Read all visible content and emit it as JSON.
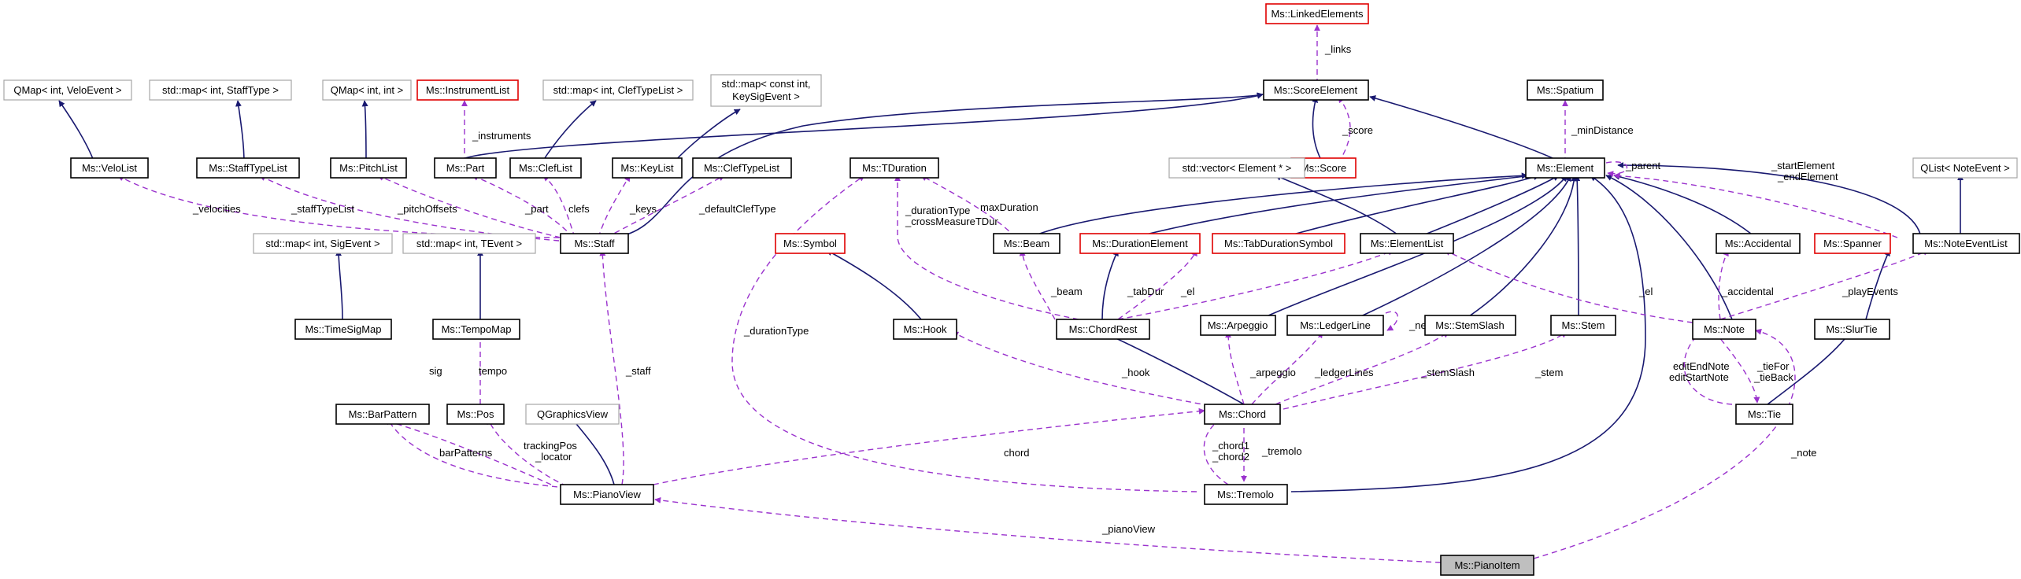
{
  "colors": {
    "inheritance": "#191970",
    "usage": "#9a32cd",
    "missing_def_border": "#e00000",
    "template_border": "#a6a6a6",
    "focus_fill": "#bfbfbf"
  },
  "nodes": {
    "linked_elements": "Ms::LinkedElements",
    "score_element": "Ms::ScoreElement",
    "spatium": "Ms::Spatium",
    "score": "Ms::Score",
    "element": "Ms::Element",
    "qmap_velo": "QMap< int, VeloEvent >",
    "map_stafftype": "std::map< int, StaffType >",
    "qmap_int": "QMap< int, int >",
    "instrument_list": "Ms::InstrumentList",
    "map_clef": "std::map< int, ClefTypeList >",
    "map_keysig_1": "std::map< const int,",
    "map_keysig_2": "KeySigEvent >",
    "velo_list": "Ms::VeloList",
    "staff_type_list": "Ms::StaffTypeList",
    "pitch_list": "Ms::PitchList",
    "part": "Ms::Part",
    "clef_list": "Ms::ClefList",
    "key_list": "Ms::KeyList",
    "clef_type_list": "Ms::ClefTypeList",
    "tduration": "Ms::TDuration",
    "vector_element": "std::vector< Element * >",
    "qlist_note_event": "QList< NoteEvent >",
    "staff": "Ms::Staff",
    "beam": "Ms::Beam",
    "duration_element": "Ms::DurationElement",
    "tab_duration_symbol": "Ms::TabDurationSymbol",
    "element_list": "Ms::ElementList",
    "accidental": "Ms::Accidental",
    "spanner": "Ms::Spanner",
    "note_event_list": "Ms::NoteEventList",
    "map_sig": "std::map< int, SigEvent >",
    "map_tevent": "std::map< int, TEvent >",
    "symbol": "Ms::Symbol",
    "arpeggio": "Ms::Arpeggio",
    "ledger_line": "Ms::LedgerLine",
    "stem_slash": "Ms::StemSlash",
    "stem": "Ms::Stem",
    "time_sig_map": "Ms::TimeSigMap",
    "tempo_map": "Ms::TempoMap",
    "hook": "Ms::Hook",
    "chord_rest": "Ms::ChordRest",
    "note": "Ms::Note",
    "slur_tie": "Ms::SlurTie",
    "bar_pattern": "Ms::BarPattern",
    "pos": "Ms::Pos",
    "qgraphics_view": "QGraphicsView",
    "chord": "Ms::Chord",
    "tie": "Ms::Tie",
    "piano_view": "Ms::PianoView",
    "tremolo": "Ms::Tremolo",
    "piano_item": "Ms::PianoItem"
  },
  "labels": {
    "links": "_links",
    "score": "_score",
    "min_distance": "_minDistance",
    "parent": "_parent",
    "instruments": "_instruments",
    "velocities": "_velocities",
    "staff_type_list": "_staffTypeList",
    "pitch_offsets": "_pitchOffsets",
    "part": "_part",
    "clefs": "clefs",
    "keys": "_keys",
    "default_clef_type": "_defaultClefType",
    "max_duration": "maxDuration",
    "duration_type_1": "_durationType",
    "crossmeasure_1": "_crossMeasureTDur",
    "beam": "_beam",
    "tab_dur": "_tabDur",
    "el_1": "_el",
    "next": "_next",
    "el_2": "_el",
    "start_element": "_startElement",
    "end_element": "_endElement",
    "accidental": "_accidental",
    "play_events": "_playEvents",
    "duration_type_2": "_durationType",
    "staff": "_staff",
    "sig": "sig",
    "tempo": "tempo",
    "hook": "_hook",
    "arpeggio": "_arpeggio",
    "ledger_lines": "_ledgerLines",
    "stem_slash": "_stemSlash",
    "stem": "_stem",
    "edit_end_note": "editEndNote",
    "edit_start_note": "editStartNote",
    "tie_for": "_tieFor",
    "tie_back": "_tieBack",
    "bar_patterns": "barPatterns",
    "tracking_pos": "trackingPos",
    "locator": "_locator",
    "chord": "chord",
    "chord1": "_chord1",
    "chord2": "_chord2",
    "tremolo": "_tremolo",
    "note": "_note",
    "piano_view": "_pianoView"
  }
}
